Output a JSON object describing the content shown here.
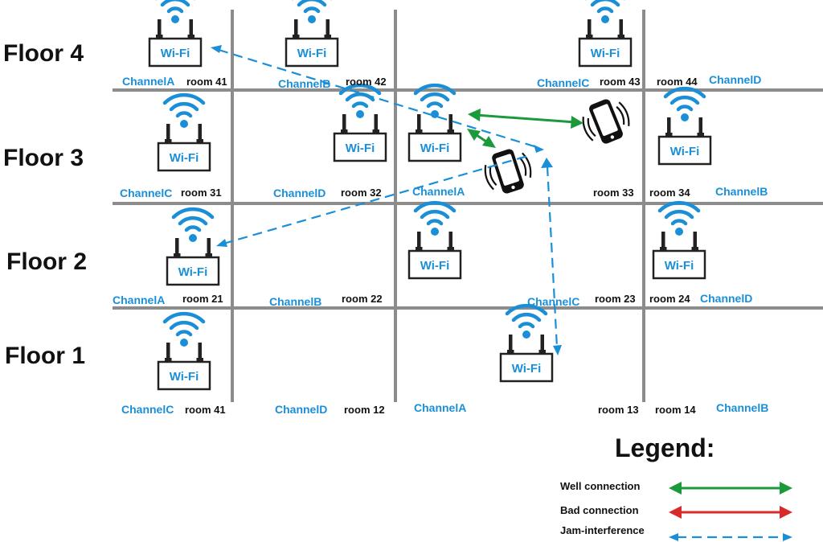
{
  "floors": [
    "Floor 4",
    "Floor 3",
    "Floor 2",
    "Floor 1"
  ],
  "wifi_label": "Wi-Fi",
  "rooms": [
    {
      "room": "room 41",
      "channel": "ChannelA"
    },
    {
      "room": "room 42",
      "channel": "ChannelB"
    },
    {
      "room": "room 43",
      "channel": "ChannelC"
    },
    {
      "room": "room 44",
      "channel": "ChannelD"
    },
    {
      "room": "room 31",
      "channel": "ChannelC"
    },
    {
      "room": "room 32",
      "channel": "ChannelD"
    },
    {
      "room": "room 33",
      "channel": "ChannelA"
    },
    {
      "room": "room 34",
      "channel": "ChannelB"
    },
    {
      "room": "room 21",
      "channel": "ChannelA"
    },
    {
      "room": "room 22",
      "channel": "ChannelB"
    },
    {
      "room": "room 23",
      "channel": "ChannelC"
    },
    {
      "room": "room 24",
      "channel": "ChannelD"
    },
    {
      "room": "room 41",
      "channel": "ChannelC"
    },
    {
      "room": "room 12",
      "channel": "ChannelD"
    },
    {
      "room": "room 13",
      "channel": "ChannelA"
    },
    {
      "room": "room 14",
      "channel": "ChannelB"
    }
  ],
  "legend": {
    "title": "Legend:",
    "items": [
      {
        "label": "Well connection",
        "color": "#1a9a3a",
        "style": "solid"
      },
      {
        "label": "Bad connection",
        "color": "#d82a2a",
        "style": "solid"
      },
      {
        "label": "Jam-interference",
        "color": "#1a8fd8",
        "style": "dashed"
      }
    ]
  },
  "colors": {
    "grid": "#8c8c8c",
    "wifi_blue": "#1a8fd8",
    "good": "#1a9a3a",
    "bad": "#d82a2a"
  },
  "icons": [
    "wifi-router-icon",
    "smartphone-icon",
    "signal-waves-icon"
  ]
}
